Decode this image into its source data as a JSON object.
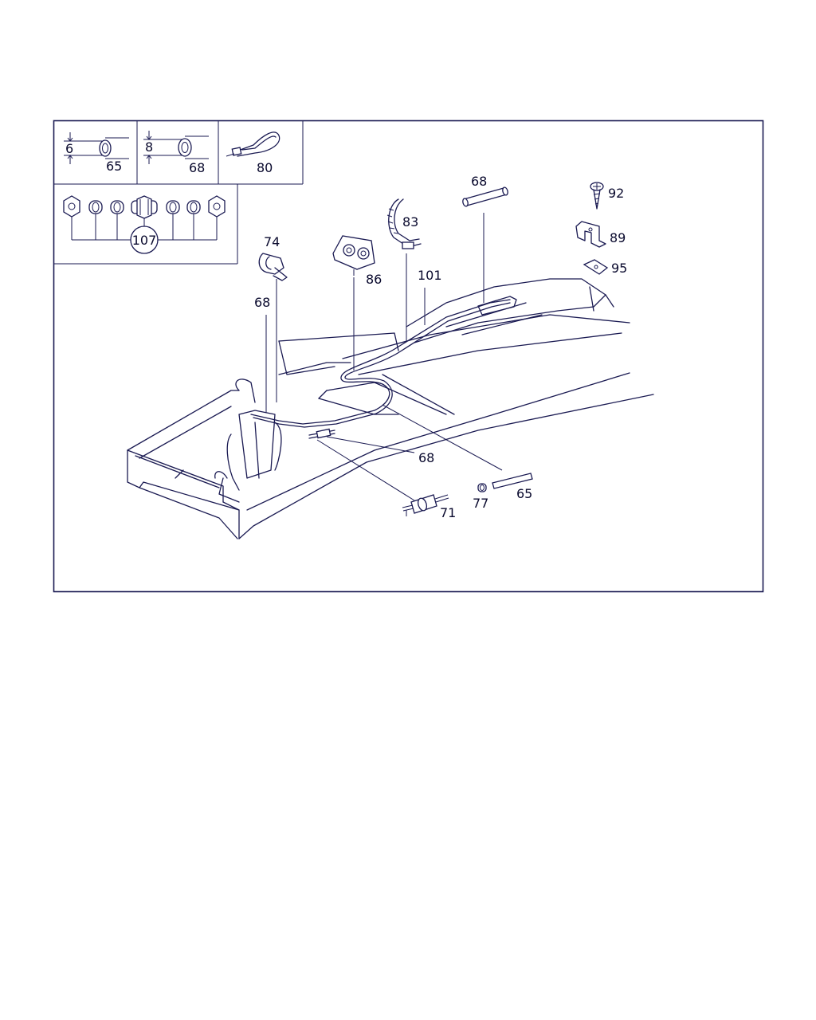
{
  "callouts": {
    "inset_dim_6": "6",
    "inset_dim_8": "8",
    "inset_65": "65",
    "inset_68": "68",
    "inset_80": "80",
    "kit_107": "107",
    "part_68_top": "68",
    "part_92": "92",
    "part_89": "89",
    "part_95": "95",
    "part_83": "83",
    "part_74": "74",
    "part_86": "86",
    "part_101": "101",
    "part_68_left": "68",
    "part_68_mid": "68",
    "part_71": "71",
    "part_77": "77",
    "part_65": "65"
  },
  "colors": {
    "line": "#1a1a52",
    "text": "#0a0a2e",
    "background": "#ffffff"
  }
}
